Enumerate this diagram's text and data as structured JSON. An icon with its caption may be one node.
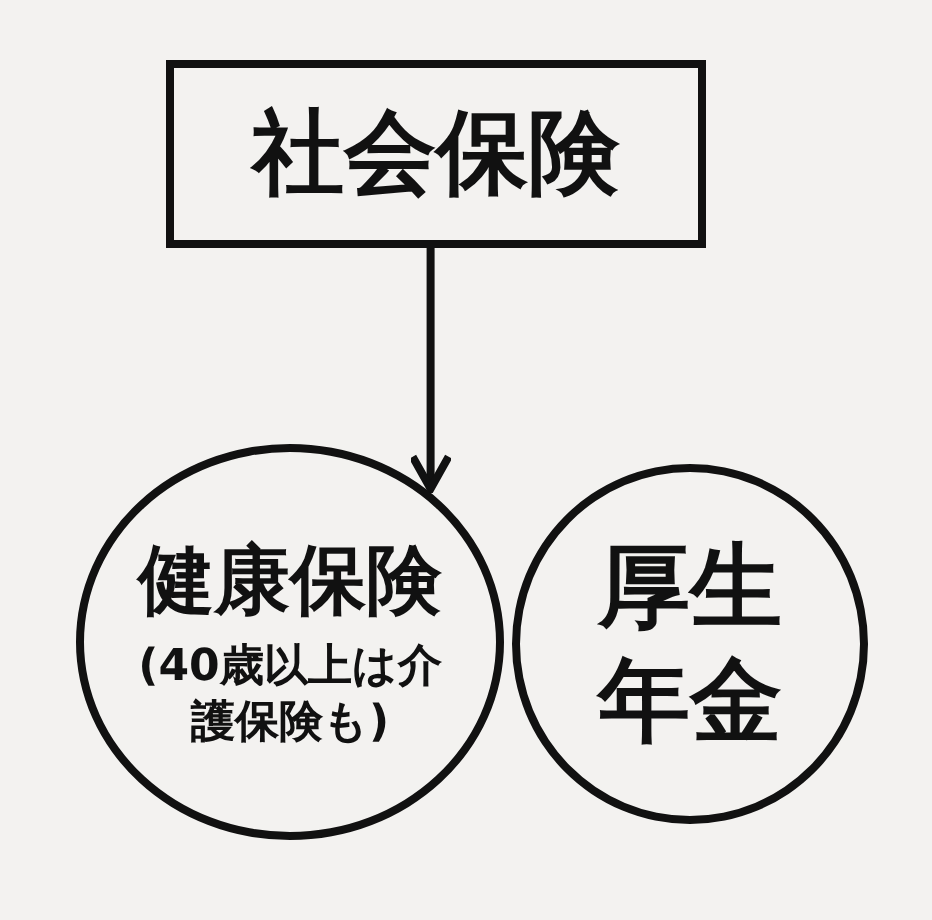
{
  "diagram": {
    "nodes": [
      {
        "text": [
          "社会保険"
        ]
      },
      {
        "text": [
          "健康保険",
          "(40歳以上は介護保険も)"
        ]
      },
      {
        "text": [
          "厚生年金"
        ]
      }
    ],
    "edges": [
      {
        "from": 0,
        "to": 1,
        "arrow": "to"
      }
    ]
  }
}
